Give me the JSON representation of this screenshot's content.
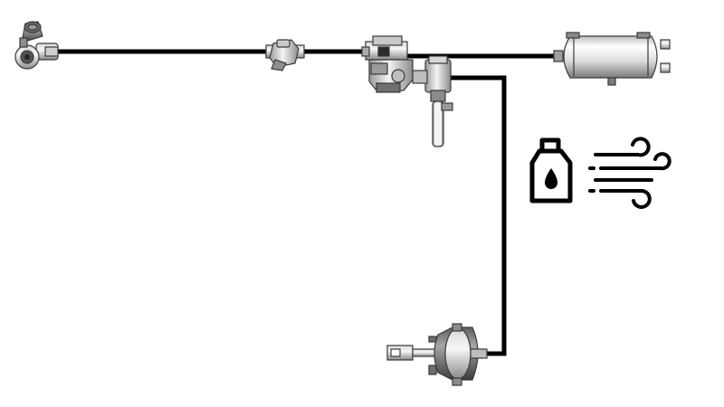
{
  "diagram": {
    "components": [
      {
        "id": "coupling-head",
        "icon": "coupling-head-icon"
      },
      {
        "id": "line-filter",
        "icon": "line-filter-icon"
      },
      {
        "id": "trailer-control-valve",
        "icon": "control-valve-icon"
      },
      {
        "id": "drain-valve",
        "icon": "drain-valve-icon"
      },
      {
        "id": "air-reservoir",
        "icon": "air-tank-icon"
      },
      {
        "id": "brake-chamber",
        "icon": "brake-chamber-icon"
      }
    ],
    "legend_icons": [
      "oil-bottle-icon",
      "air-flow-icon"
    ],
    "colors": {
      "line": "#000000",
      "metal_light": "#f2f2f2",
      "metal_mid": "#bdbdbd",
      "metal_dark": "#6e6e6e",
      "outline": "#3a3a3a"
    }
  }
}
